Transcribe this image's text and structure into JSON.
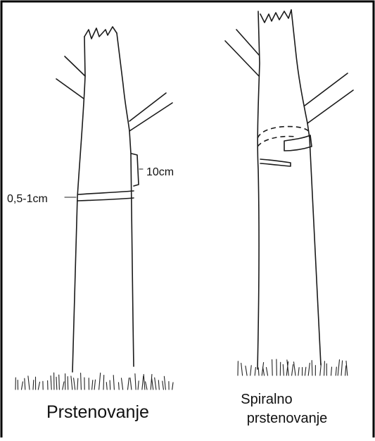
{
  "labels": {
    "measurement_ring_width": "0,5-1cm",
    "measurement_length": "10cm",
    "caption_left": "Prstenovanje",
    "caption_right_line1": "Spiralno",
    "caption_right_line2": "prstenovanje"
  }
}
